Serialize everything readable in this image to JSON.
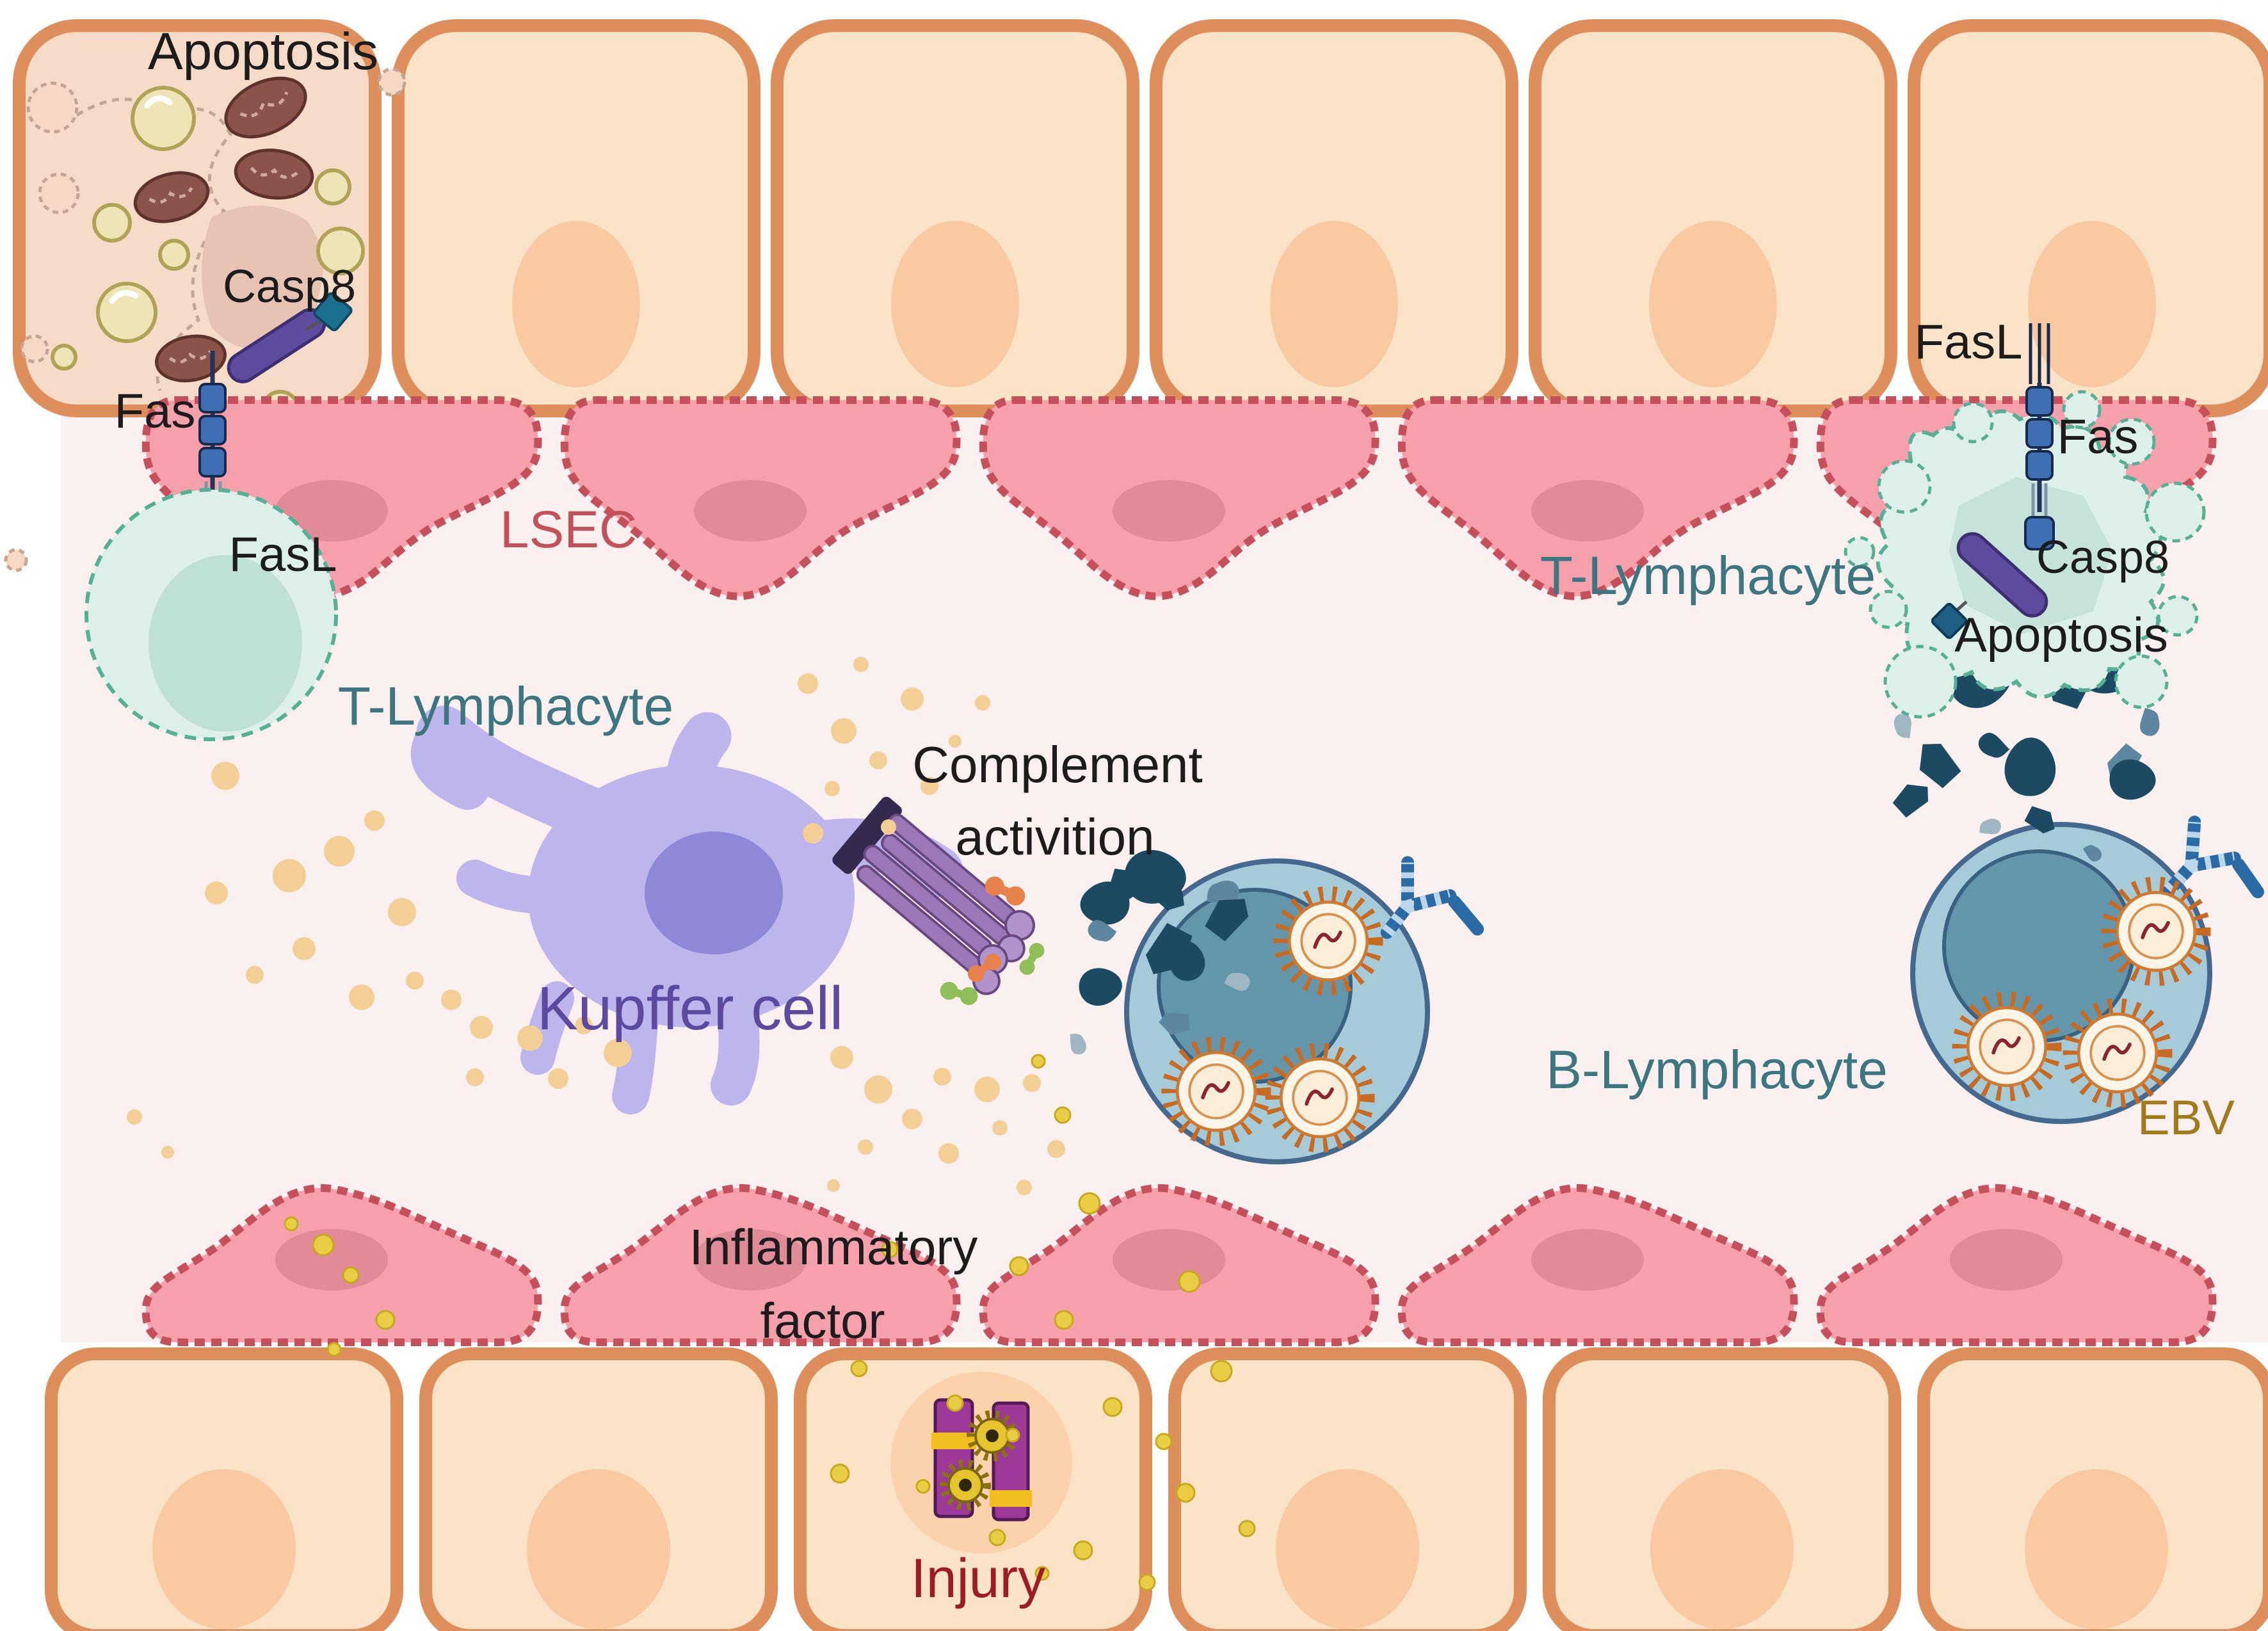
{
  "diagram": {
    "title": "Liver sinusoid EBV immune response diagram",
    "labels": {
      "apoptosis_left": "Apoptosis",
      "casp8_left": "Casp8",
      "fas_left": "Fas",
      "fasl_left": "FasL",
      "lsec": "LSEC",
      "t_lymphocyte_left": "T-Lymphacyte",
      "kupffer": "Kupffer cell",
      "complement_line1": "Complement",
      "complement_line2": "activition",
      "b_lymphocyte": "B-Lymphacyte",
      "fasl_right": "FasL",
      "fas_right": "Fas",
      "casp8_right": "Casp8",
      "apoptosis_right": "Apoptosis",
      "t_lymphocyte_right": "T-Lymphacyte",
      "ebv": "EBV",
      "inflammatory_line1": "Inflammatory",
      "inflammatory_line2": "factor",
      "injury": "Injury"
    },
    "colors": {
      "hepatocyte_fill": "#fbe3c8",
      "hepatocyte_border": "#dd8e5a",
      "hepatocyte_nucleus": "#f9c9a2",
      "apoptotic_hepatocyte_fill": "#f7dbc9",
      "sinusoid_background": "#fbf0f0",
      "lsec_fill": "#f5a0ab",
      "lsec_border": "#c5505c",
      "lsec_nucleus": "#e08b97",
      "lsec_label": "#c4515a",
      "t_cell_fill": "#dcefe9",
      "t_cell_border": "#56b096",
      "t_cell_nucleus": "#bfe0d6",
      "b_cell_fill": "#a5cbd9",
      "b_cell_border": "#45688f",
      "b_cell_nucleus": "#6396aa",
      "lymphocyte_label": "#3c7680",
      "kupffer_fill": "#bcb6ec",
      "kupffer_nucleus": "#8f87d8",
      "kupffer_label": "#5b4a9f",
      "complement_purple": "#9b79b8",
      "receptor_blue": "#3f6fb2",
      "casp8_purple": "#5c4b9f",
      "fragment_dark": "#1d4a63",
      "inflammatory_dot_tan": "#f4cf95",
      "injury_dot_yellow": "#e9cd44",
      "injury_structure_purple": "#9c3999",
      "ebv_capsid_orange": "#c96a22",
      "ebv_label": "#9f7b1c",
      "injury_label": "#9e1b24",
      "text_black": "#1c1c1c",
      "mitochondria_brown": "#8b544b",
      "vesicle_cream": "#eee4b5"
    }
  }
}
